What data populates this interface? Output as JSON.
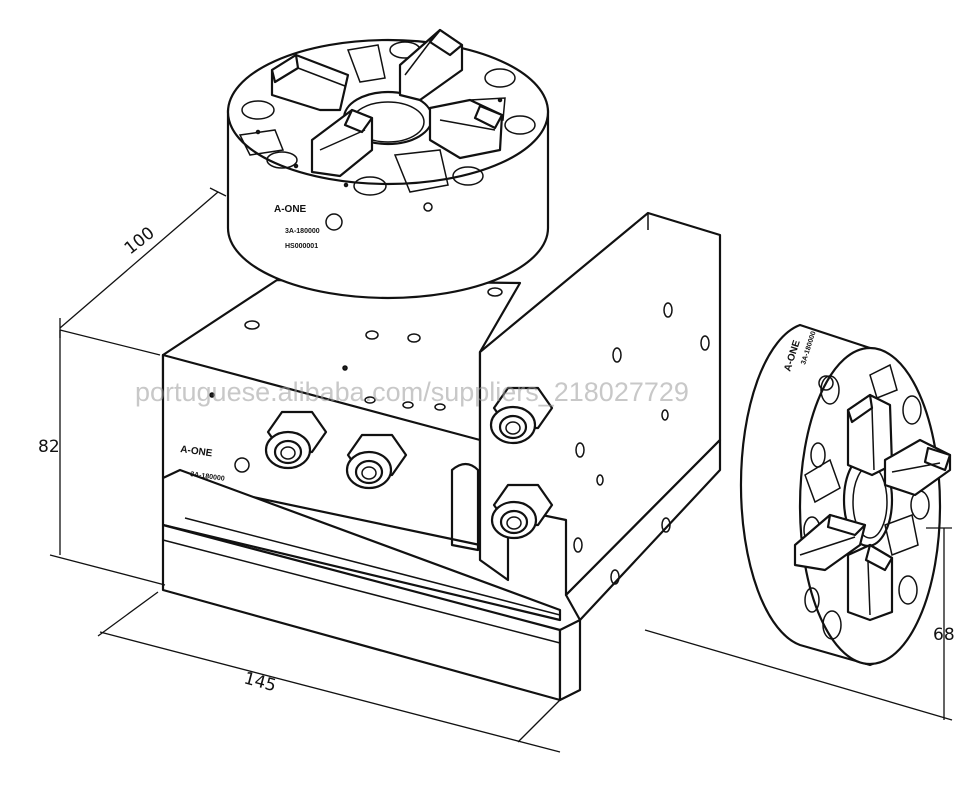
{
  "dimensions": {
    "depth": "100",
    "height": "82",
    "width": "145",
    "chuck_height": "68"
  },
  "labels": {
    "brand_top": "A-ONE",
    "code_top_1": "3A-180000",
    "code_top_2": "HS000001",
    "brand_front": "A-ONE",
    "code_front": "3A-180000",
    "brand_side": "A-ONE",
    "code_side": "3A-180000"
  },
  "watermark": "portuguese.alibaba.com/suppliers_218027729",
  "colors": {
    "line": "#111111",
    "watermark": "#9a9a9a"
  }
}
